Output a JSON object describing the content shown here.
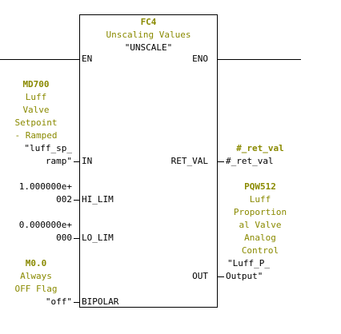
{
  "block": {
    "name": "FC4",
    "description": "Unscaling Values",
    "symbol": "\"UNSCALE\""
  },
  "pins": {
    "en": "EN",
    "eno": "ENO",
    "in": "IN",
    "ret_val": "RET_VAL",
    "hi_lim": "HI_LIM",
    "lo_lim": "LO_LIM",
    "out": "OUT",
    "bipolar": "BIPOLAR"
  },
  "in_param": {
    "address": "MD700",
    "comment": [
      "Luff",
      "Valve",
      "Setpoint",
      "- Ramped"
    ],
    "symbol": [
      "\"luff_sp_",
      "ramp\""
    ]
  },
  "hi_lim_param": {
    "value": [
      "1.000000e+",
      "002"
    ]
  },
  "lo_lim_param": {
    "value": [
      "0.000000e+",
      "000"
    ]
  },
  "bipolar_param": {
    "address": "M0.0",
    "comment": [
      "Always",
      "OFF Flag"
    ],
    "symbol": "\"off\""
  },
  "ret_val_param": {
    "address": "#_ret_val",
    "symbol": "#_ret_val"
  },
  "out_param": {
    "address": "PQW512",
    "comment": [
      "Luff",
      "Proportion",
      "al Valve",
      "Analog",
      "Control"
    ],
    "symbol": [
      "\"Luff_P_",
      "Output\""
    ]
  },
  "colors": {
    "address": "#8a8a00",
    "comment": "#8a8a00",
    "wire": "#000000"
  }
}
